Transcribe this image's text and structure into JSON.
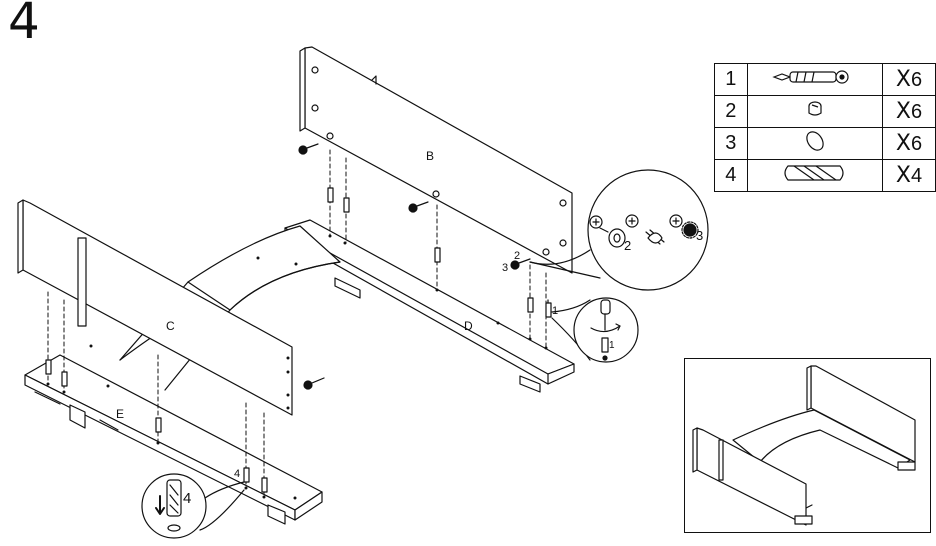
{
  "step": {
    "number": "4"
  },
  "parts_table": {
    "rows": [
      {
        "num": "1",
        "icon": "cam-bolt-icon",
        "qty_mark": "X",
        "qty": "6"
      },
      {
        "num": "2",
        "icon": "cam-lock-nut-icon",
        "qty_mark": "X",
        "qty": "6"
      },
      {
        "num": "3",
        "icon": "cover-cap-icon",
        "qty_mark": "X",
        "qty": "6"
      },
      {
        "num": "4",
        "icon": "wooden-dowel-icon",
        "qty_mark": "X",
        "qty": "4"
      }
    ]
  },
  "panels": {
    "b": "B",
    "c": "C",
    "d": "D",
    "e": "E"
  },
  "callouts": {
    "cam_detail_2": "2",
    "cam_detail_3": "3",
    "bolt_detail_1": "1",
    "dowel_detail_4": "4",
    "label_2_at_b": "2",
    "label_3_at_b": "3",
    "label_1_at_d": "1",
    "label_4_at_e": "4"
  }
}
